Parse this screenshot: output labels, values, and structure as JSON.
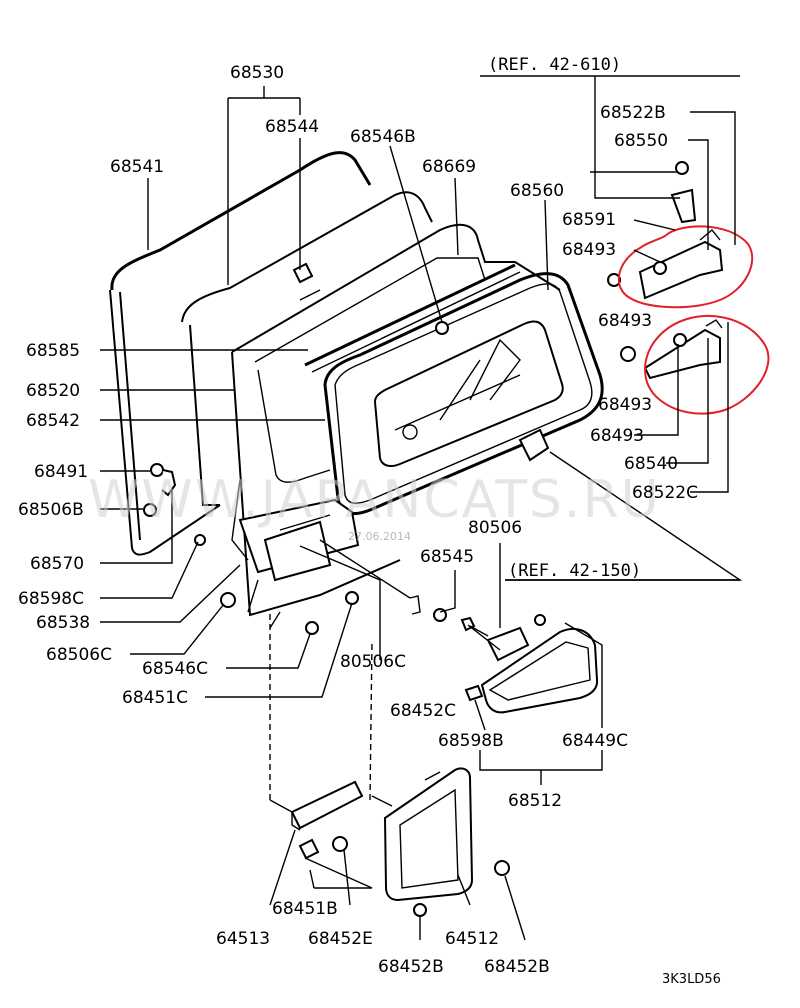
{
  "diagram": {
    "watermark": "WWW.JAPANCATS.RU",
    "watermark_small": "27.06.2014",
    "drawing_code": "3K3LD56",
    "highlight_color": "#e1202b",
    "refs": {
      "ref_42_610": "(REF. 42-610)",
      "ref_42_150": "(REF. 42-150)"
    },
    "labels": {
      "l68530": "68530",
      "l68544": "68544",
      "l68546B": "68546B",
      "l68669": "68669",
      "l68541": "68541",
      "l68560": "68560",
      "l68522B": "68522B",
      "l68550": "68550",
      "l68591": "68591",
      "l68493a": "68493",
      "l68493b": "68493",
      "l68493c": "68493",
      "l68493d": "68493",
      "l68540": "68540",
      "l68522C": "68522C",
      "l68585": "68585",
      "l68520": "68520",
      "l68542": "68542",
      "l68491": "68491",
      "l68506B": "68506B",
      "l68570": "68570",
      "l68598C": "68598C",
      "l68538": "68538",
      "l68506C": "68506C",
      "l68546C": "68546C",
      "l68451C": "68451C",
      "l80506": "80506",
      "l68545": "68545",
      "l80506C": "80506C",
      "l68452C": "68452C",
      "l68598B": "68598B",
      "l68449C": "68449C",
      "l68512": "68512",
      "l64513": "64513",
      "l68451B": "68451B",
      "l68452E": "68452E",
      "l64512": "64512",
      "l68452Ba": "68452B",
      "l68452Bb": "68452B"
    }
  }
}
